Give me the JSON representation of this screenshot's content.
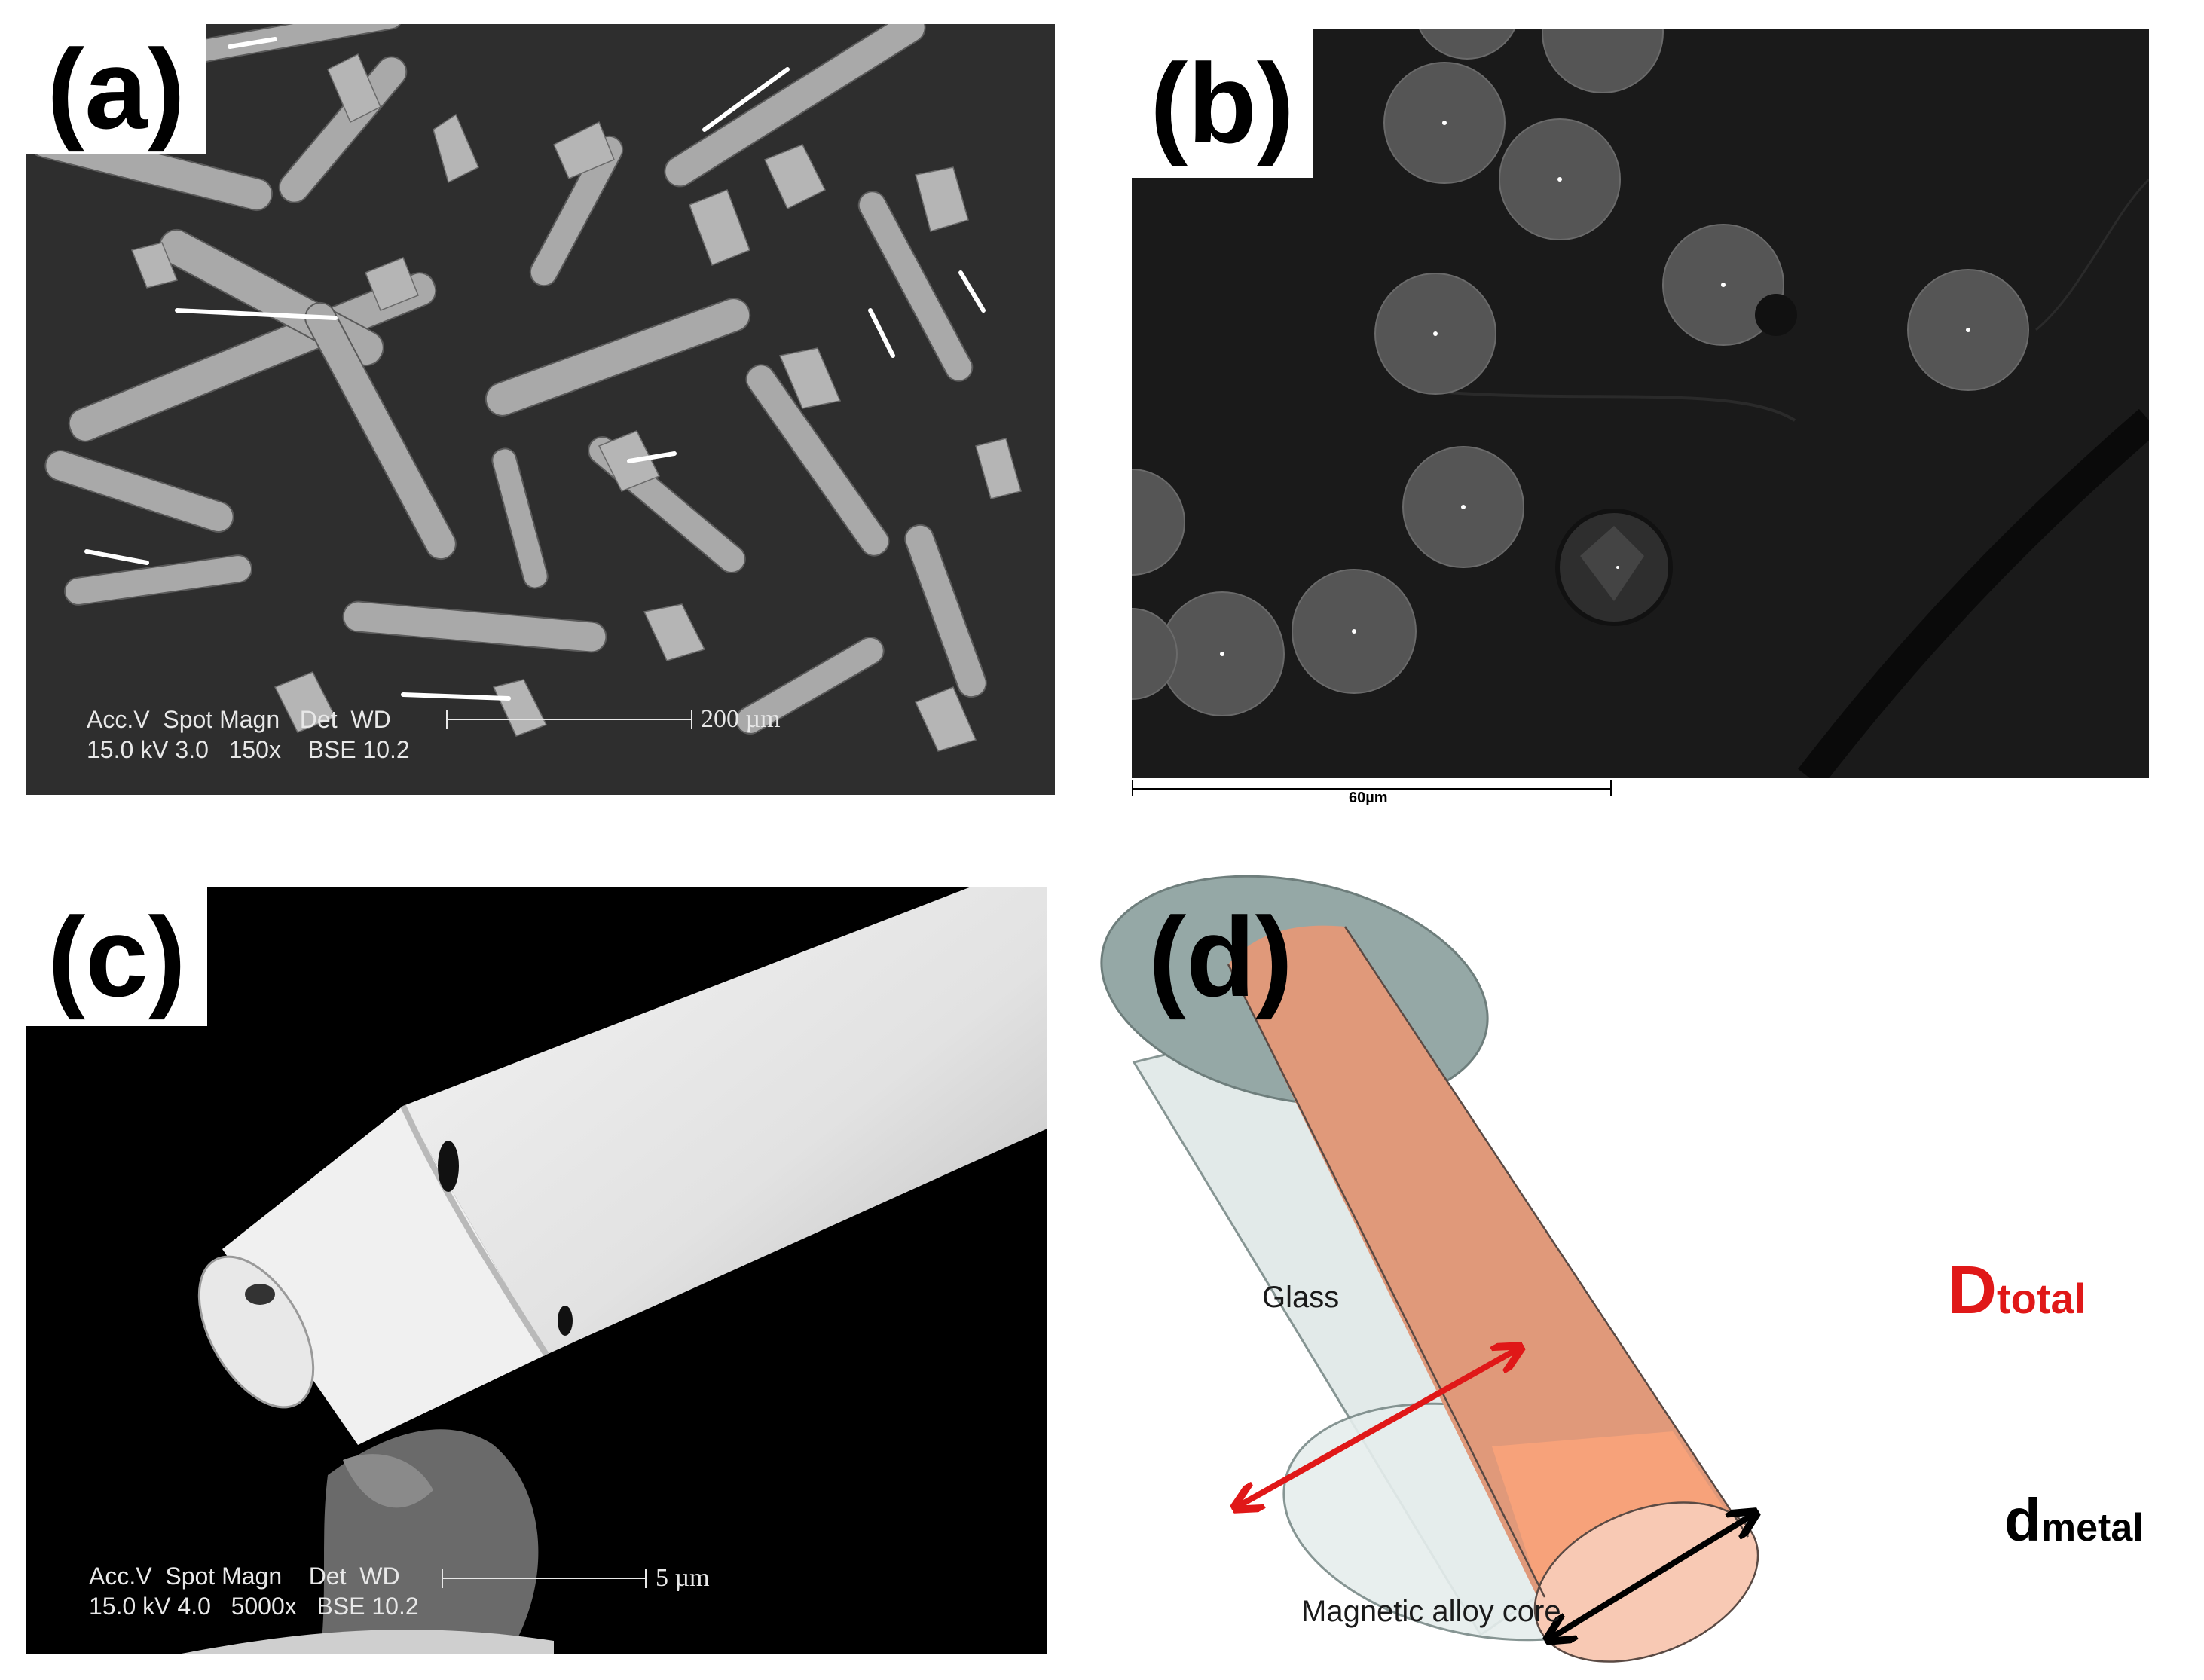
{
  "panels": {
    "a": {
      "label": "(a)",
      "info": "Acc.V  Spot Magn   Det  WD\n15.0 kV 3.0   150x    BSE 10.2",
      "scale_text": "200 µm"
    },
    "b": {
      "label": "(b)",
      "scale_text": "60µm"
    },
    "c": {
      "label": "(c)",
      "info": "Acc.V  Spot Magn    Det  WD\n15.0 kV 4.0   5000x   BSE 10.2",
      "scale_text": "5 µm"
    },
    "d": {
      "label": "(d)",
      "glass_label": "Glass",
      "core_label": "Magnetic alloy core",
      "d_total_main": "D",
      "d_total_sub": "total",
      "d_metal_main": "d",
      "d_metal_sub": "metal"
    }
  },
  "colors": {
    "glass_rim": "#95a8a6",
    "glass_body": "#dfe8e7",
    "core_body": "#e0997a",
    "core_bright": "#f7a27a",
    "core_end": "#f8c9b4",
    "arrow_total": "#e01818",
    "arrow_metal": "#000000"
  }
}
